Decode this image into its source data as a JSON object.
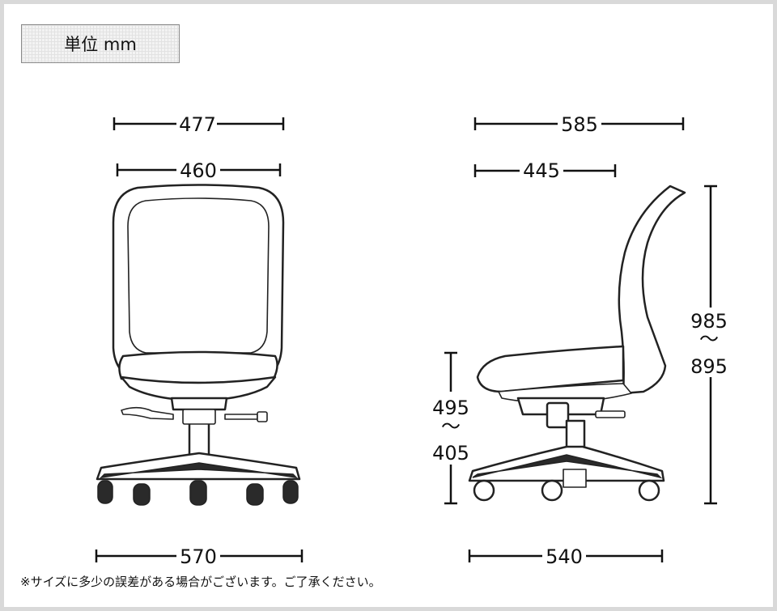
{
  "unit_label": "単位 mm",
  "dimensions": {
    "front_top_width": "477",
    "front_seat_width": "460",
    "front_base_width": "570",
    "side_total_depth": "585",
    "side_seat_depth": "445",
    "side_base_depth": "540",
    "height_max": "985",
    "height_min": "895",
    "seat_height_max": "495",
    "seat_height_min": "405",
    "range_mark": "〜"
  },
  "note": "※サイズに多少の誤差がある場合がございます。ご了承ください。"
}
